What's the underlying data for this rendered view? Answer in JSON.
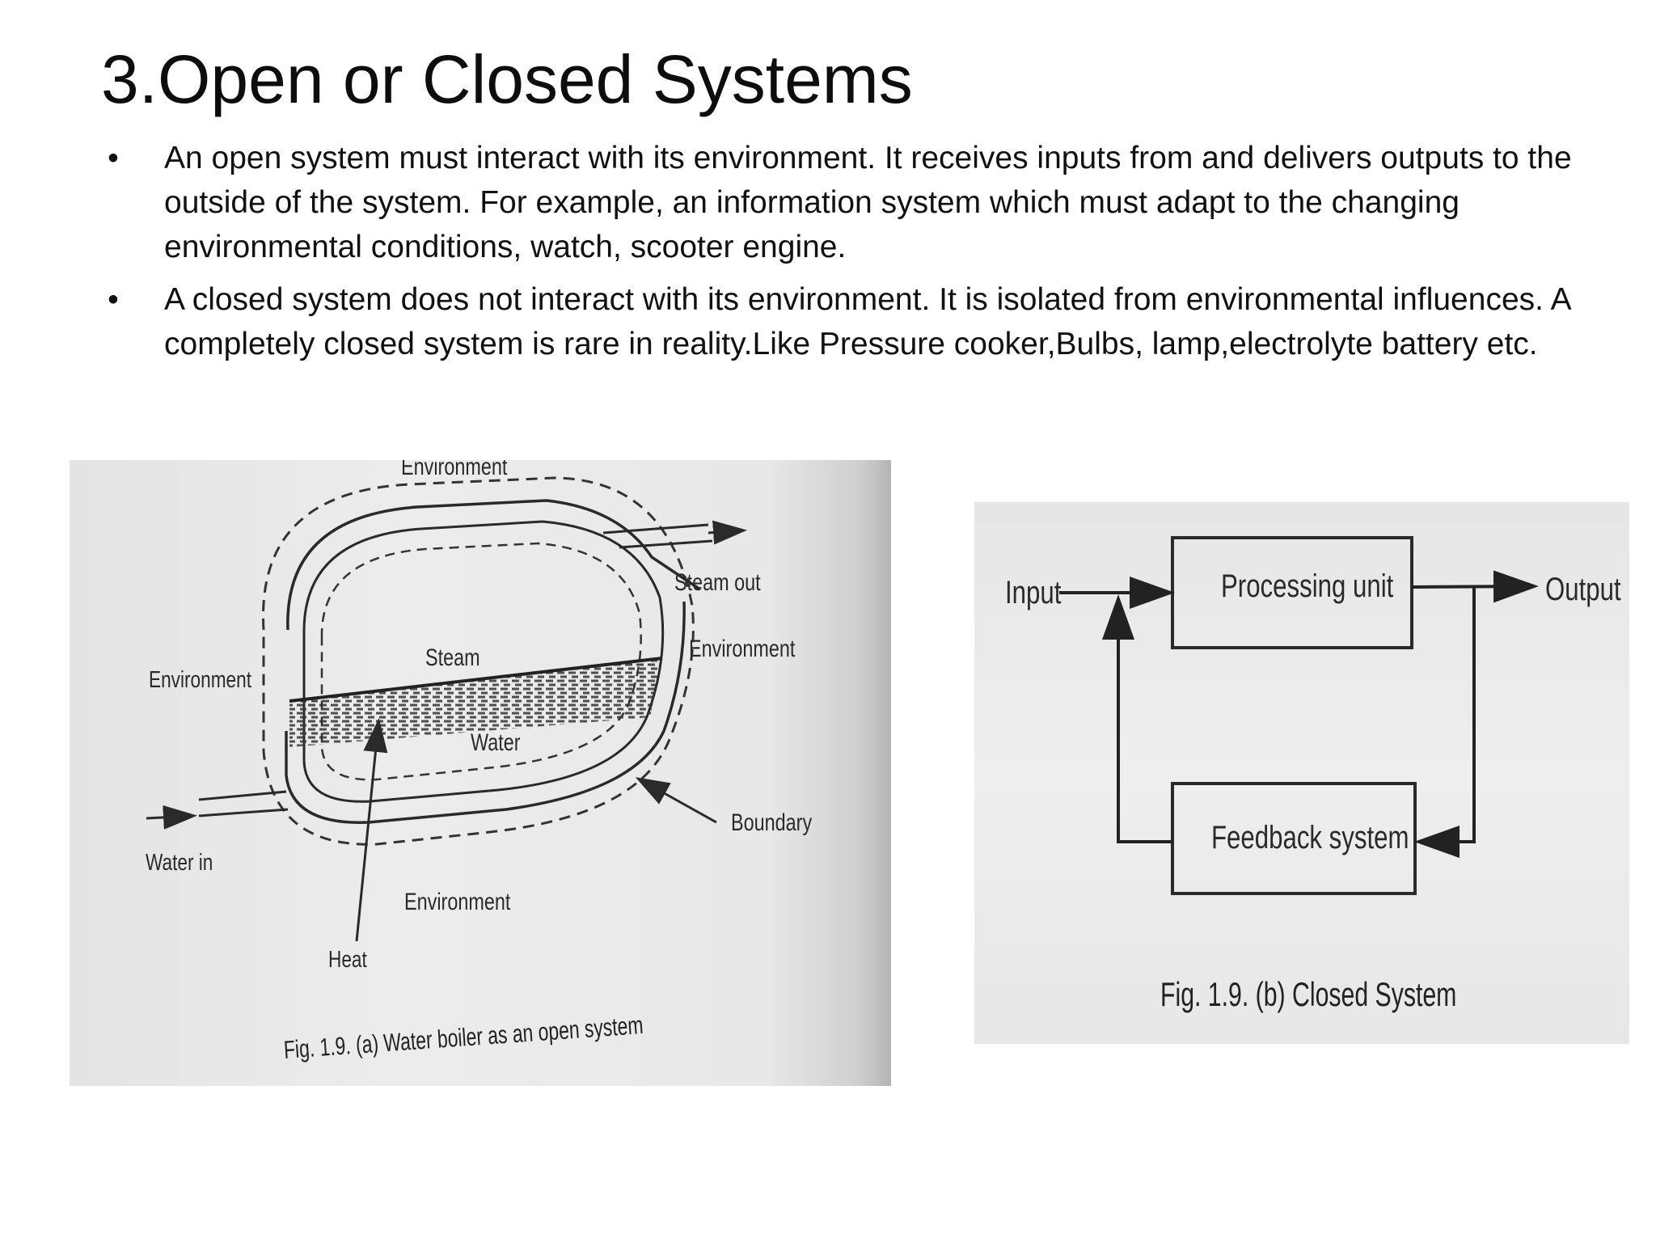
{
  "slide": {
    "title": "3.Open or Closed Systems",
    "bullet_symbol": "•",
    "bullets": [
      "An open system must interact with its environment. It receives inputs from and delivers outputs to the outside of the system. For example, an information system which must adapt to the changing environmental conditions, watch, scooter engine.",
      "A closed system does not interact with its environment. It is isolated from environmental influences. A completely closed system is rare in reality.Like Pressure cooker,Bulbs, lamp,electrolyte battery etc."
    ]
  },
  "figure_a": {
    "labels": {
      "environment_top": "Environment",
      "steam_out": "Steam out",
      "environment_right": "Environment",
      "steam": "Steam",
      "environment_left": "Environment",
      "water": "Water",
      "boundary": "Boundary",
      "water_in": "Water in",
      "environment_bottom": "Environment",
      "heat": "Heat"
    },
    "caption": "Fig. 1.9. (a) Water boiler as an open system"
  },
  "figure_b": {
    "labels": {
      "input": "Input",
      "processing_unit": "Processing unit",
      "output": "Output",
      "feedback_system": "Feedback system"
    },
    "caption": "Fig. 1.9. (b) Closed System"
  }
}
